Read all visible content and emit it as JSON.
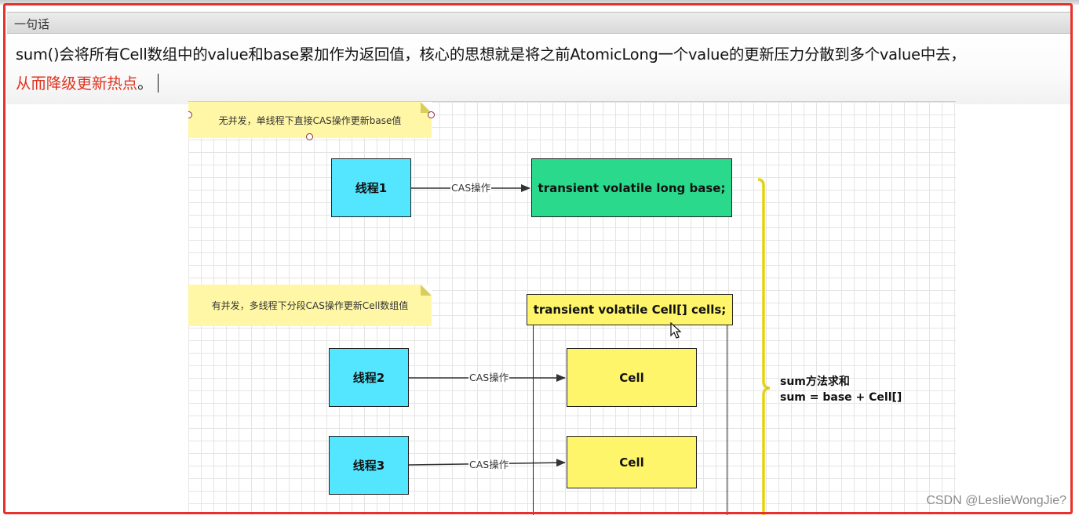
{
  "header": {
    "title": "一句话"
  },
  "text": {
    "line1": "sum()会将所有Cell数组中的value和base累加作为返回值，核心的思想就是将之前AtomicLong一个value的更新压力分散到多个value中去，",
    "line2_red": "从而降级更新热点",
    "line2_end": "。"
  },
  "diagram": {
    "note1": "无并发，单线程下直接CAS操作更新base值",
    "note2": "有并发，多线程下分段CAS操作更新Cell数组值",
    "thread1": "线程1",
    "thread2": "线程2",
    "thread3": "线程3",
    "cas_label_1": "CAS操作",
    "cas_label_2": "CAS操作",
    "cas_label_3": "CAS操作",
    "base_field": "transient volatile long base;",
    "cells_field": "transient volatile Cell[] cells;",
    "cell_1": "Cell",
    "cell_2": "Cell",
    "sum_line1": "sum方法求和",
    "sum_line2": "sum = base + Cell[]",
    "colors": {
      "thread": "#55e6ff",
      "base": "#2ad98c",
      "cell": "#fff56a",
      "note": "#fff7a6",
      "brace": "#f2e33b",
      "frame": "#e8312a",
      "highlight_text": "#e0321f"
    }
  },
  "watermark": "CSDN @LeslieWongJie?"
}
